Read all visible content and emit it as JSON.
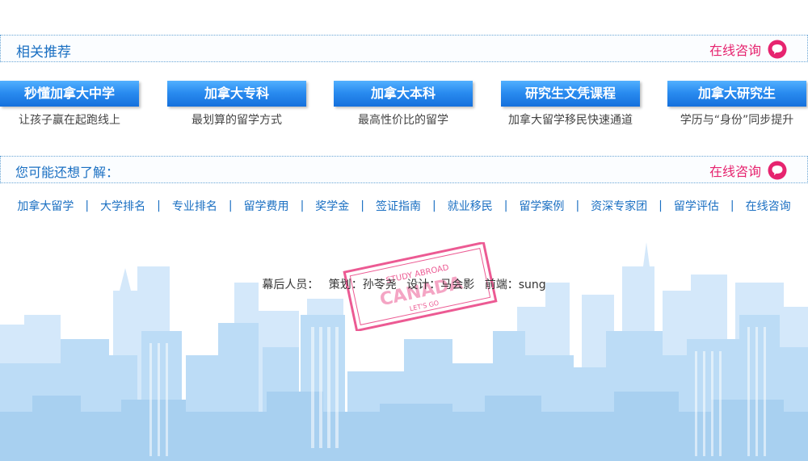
{
  "related": {
    "title": "相关推荐",
    "consult_label": "在线咨询"
  },
  "cards": [
    {
      "title": "秒懂加拿大中学",
      "subtitle": "让孩子赢在起跑线上"
    },
    {
      "title": "加拿大专科",
      "subtitle": "最划算的留学方式"
    },
    {
      "title": "加拿大本科",
      "subtitle": "最高性价比的留学"
    },
    {
      "title": "研究生文凭课程",
      "subtitle": "加拿大留学移民快速通道"
    },
    {
      "title": "加拿大研究生",
      "subtitle": "学历与“身份”同步提升"
    }
  ],
  "interest": {
    "title": "您可能还想了解：",
    "consult_label": "在线咨询"
  },
  "links": [
    "加拿大留学",
    "大学排名",
    "专业排名",
    "留学费用",
    "奖学金",
    "签证指南",
    "就业移民",
    "留学案例",
    "资深专家团",
    "留学评估",
    "在线咨询"
  ],
  "separator": "|",
  "credits": {
    "label": "幕后人员：",
    "planner": "策划：孙苓尧",
    "designer": "设计：马会影",
    "frontend": "前端：sung"
  },
  "stamp": {
    "line1": "STUDY ABROAD",
    "line2": "CANADA",
    "line3": "LET'S GO"
  },
  "colors": {
    "accent_blue": "#1a6fc2",
    "consult_pink": "#e6246f",
    "card_blue": "#2a8cf0",
    "skyline_blue": "#bcdcf6"
  },
  "icons": {
    "consult": "chat-bubble-icon"
  }
}
